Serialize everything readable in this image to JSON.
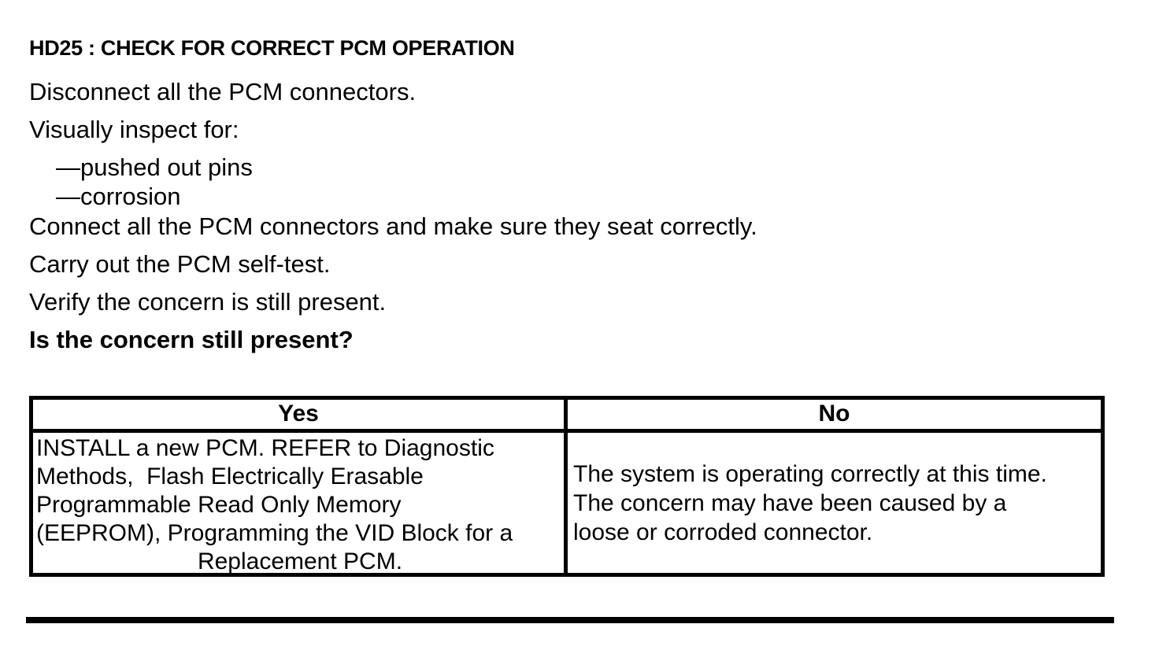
{
  "page": {
    "title": "HD25 : CHECK FOR CORRECT PCM OPERATION"
  },
  "procedure": {
    "lines": [
      "Disconnect all the PCM connectors.",
      "Visually inspect for:",
      "—pushed out pins",
      "—corrosion",
      "Connect all the PCM connectors and make sure they seat correctly.",
      "Carry out the PCM self-test.",
      "Verify the concern is still present.",
      "Is the concern still present?"
    ]
  },
  "result_table": {
    "yes_header": "Yes",
    "no_header": "No",
    "yes_lines": [
      "INSTALL a new PCM. REFER to Diagnostic",
      "Methods,  Flash Electrically Erasable",
      "Programmable Read Only Memory",
      "(EEPROM), Programming the VID Block for a",
      "Replacement PCM."
    ],
    "no_lines": [
      "The system is operating correctly at this time.",
      "The concern may have been caused by a",
      "loose or corroded connector."
    ]
  },
  "colors": {
    "text": "#000000",
    "background": "#ffffff",
    "border": "#000000"
  }
}
